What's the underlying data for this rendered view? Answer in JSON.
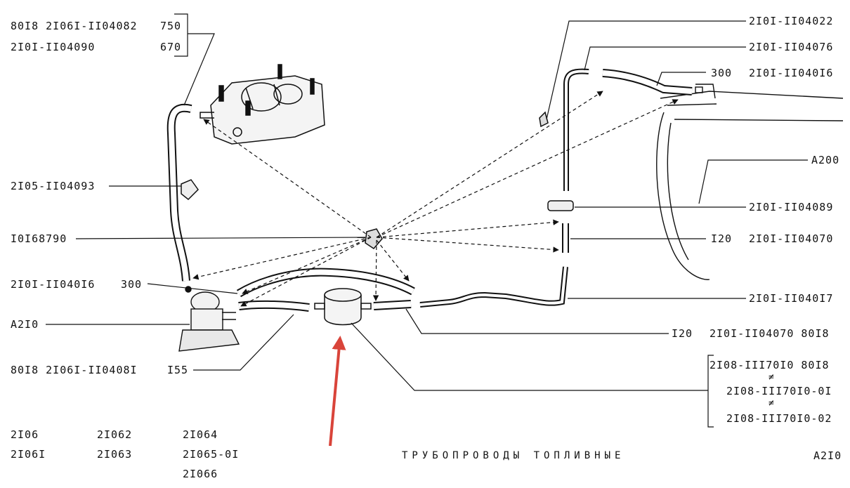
{
  "labels": {
    "top_left_1_part": "80I8 2I06I-II04082",
    "top_left_1_len": "750",
    "top_left_2_part": "2I0I-II04090",
    "top_left_2_len": "670",
    "left_clamp": "2I05-II04093",
    "left_screw": "I0I68790",
    "left_hose_part": "2I0I-II040I6",
    "left_hose_len": "300",
    "left_pump": "A2I0",
    "left_bottom_part": "80I8 2I06I-II0408I",
    "left_bottom_len": "I55",
    "right_top_1": "2I0I-II04022",
    "right_top_2": "2I0I-II04076",
    "right_top_3_len": "300",
    "right_top_3_part": "2I0I-II040I6",
    "right_tank": "A200",
    "right_grommet": "2I0I-II04089",
    "right_hose_len": "I20",
    "right_hose_part": "2I0I-II04070",
    "right_pipe": "2I0I-II040I7",
    "right_lower_len": "I20",
    "right_lower_part": "2I0I-II04070 80I8",
    "filter_1": "2I08-III70I0 80I8",
    "filter_2": "2I08-III70I0-0I",
    "filter_3": "2I08-III70I0-02",
    "not_equal": "≠"
  },
  "models": [
    "2I06",
    "2I06I",
    "2I062",
    "2I063",
    "2I064",
    "2I065-0I",
    "2I066"
  ],
  "footer": {
    "title": "ТРУБОПРОВОДЫ ТОПЛИВНЫЕ",
    "code": "A2I0"
  },
  "colors": {
    "ink": "#111111",
    "arrow_red": "#d9443a"
  }
}
